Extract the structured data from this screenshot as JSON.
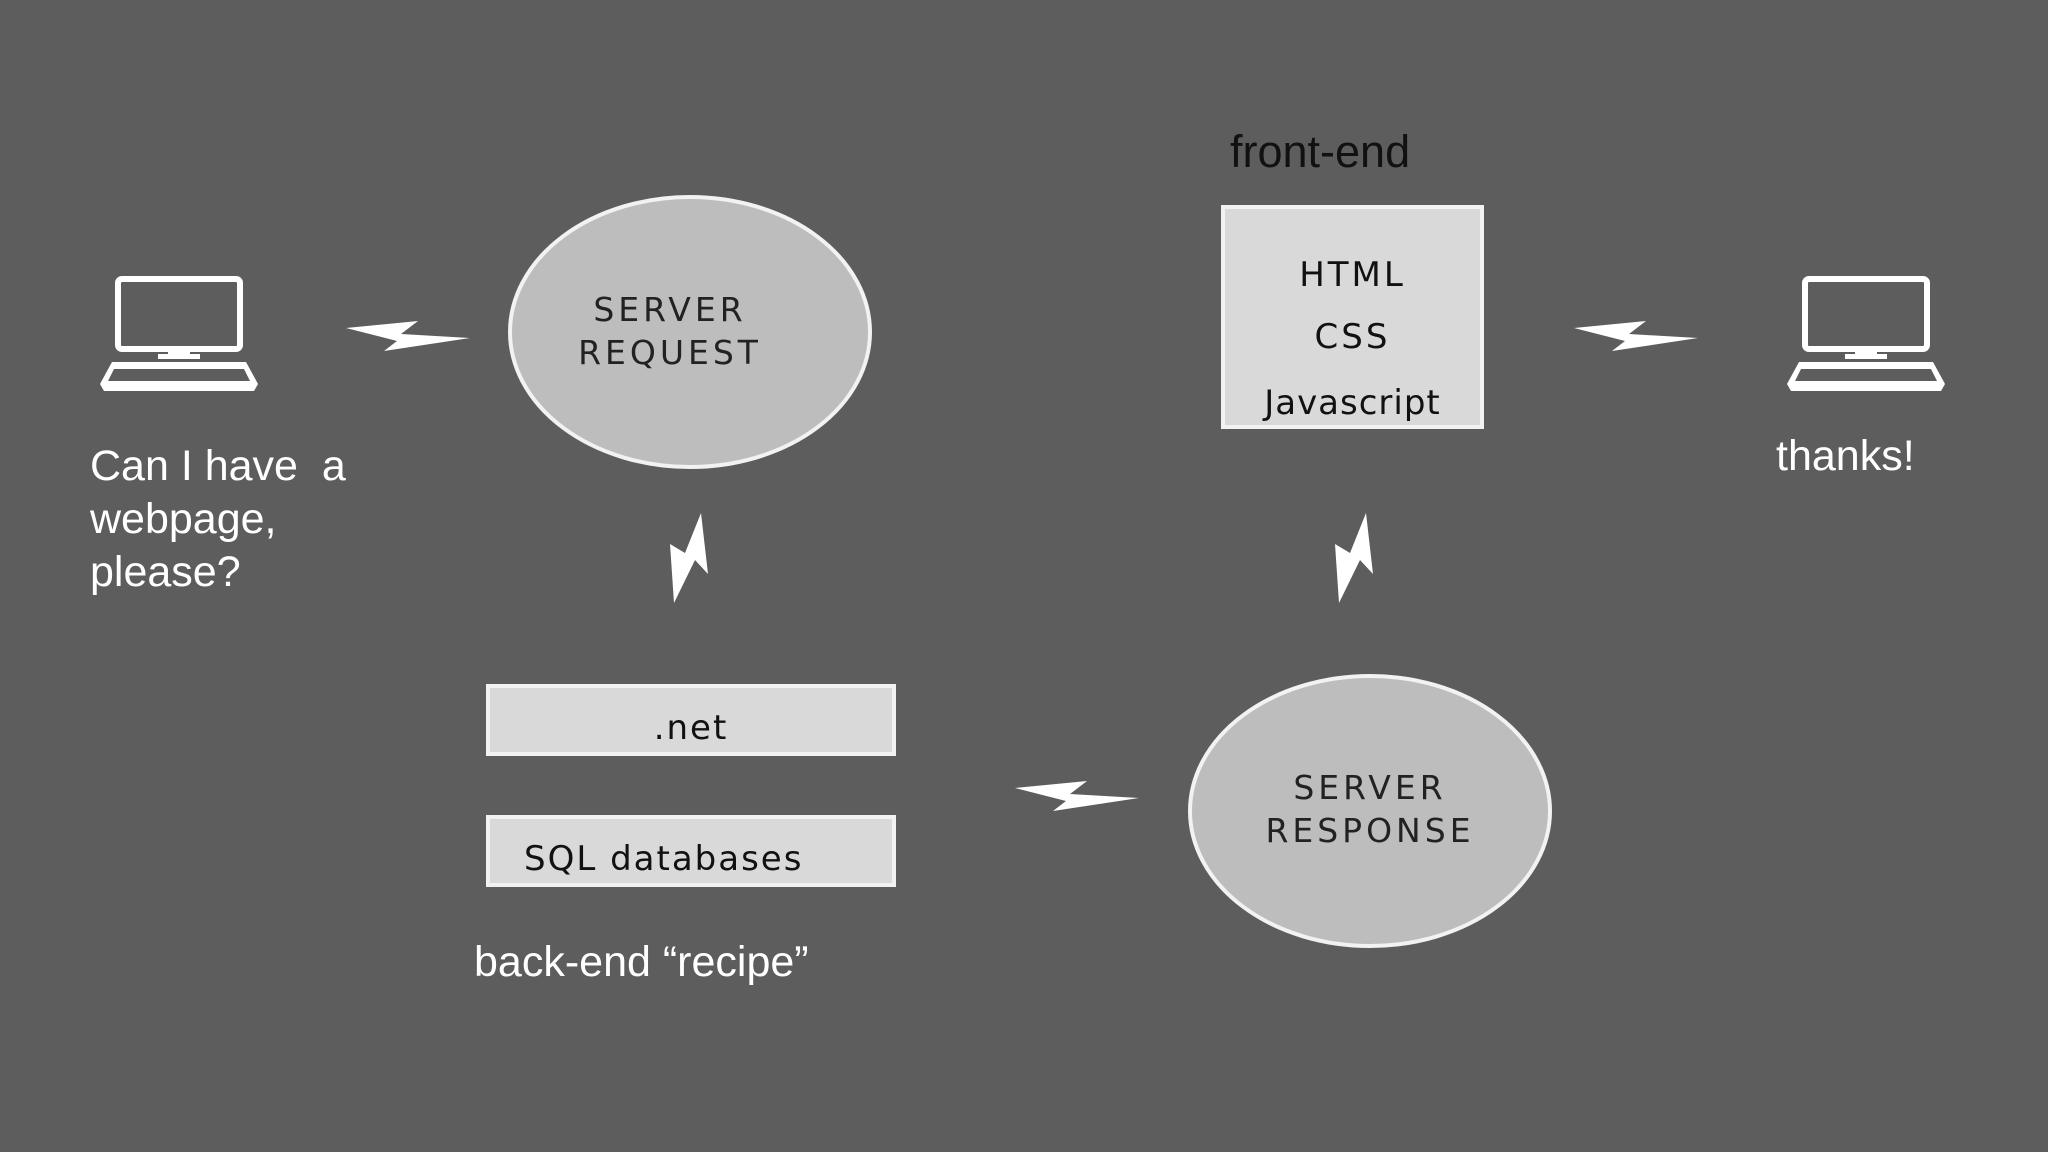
{
  "background_color": "#5d5d5d",
  "client_left": {
    "icon": "laptop-icon",
    "caption_lines": [
      "Can I have  a",
      "webpage,",
      "please?"
    ]
  },
  "server_request": {
    "lines": [
      "SERVER",
      "REQUEST"
    ]
  },
  "front_end": {
    "title": "front-end",
    "items": [
      "HTML",
      "CSS",
      "Javascript"
    ]
  },
  "client_right": {
    "icon": "laptop-icon",
    "caption": "thanks!"
  },
  "back_end": {
    "items": [
      ".net",
      "SQL databases"
    ],
    "caption": "back-end “recipe”"
  },
  "server_response": {
    "lines": [
      "SERVER",
      "RESPONSE"
    ]
  },
  "connectors": {
    "icon": "lightning-bolt-icon",
    "color": "#ffffff"
  },
  "colors": {
    "ellipse_fill": "#bdbdbd",
    "box_fill": "#d9d9d9",
    "outline": "#f2f2f2"
  }
}
